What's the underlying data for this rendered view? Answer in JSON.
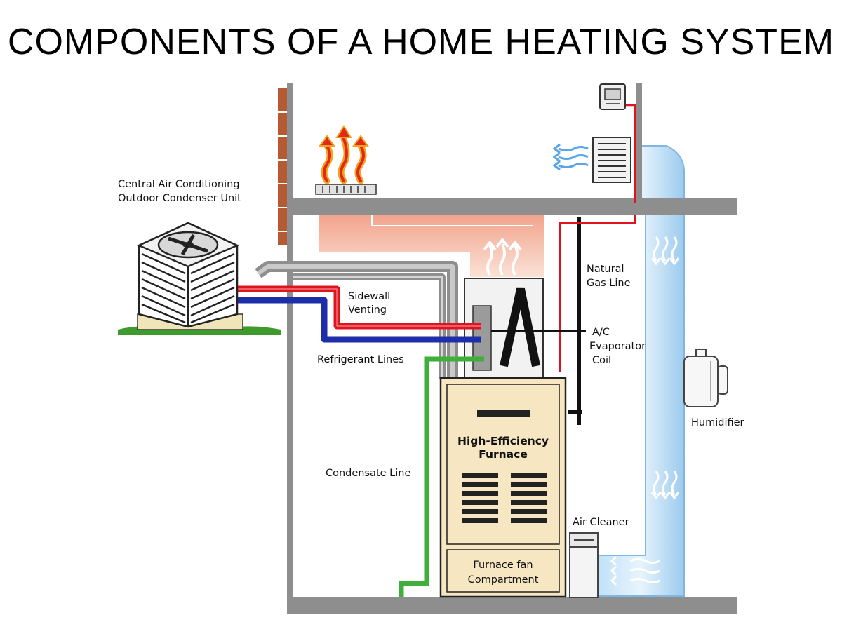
{
  "title": "COMPONENTS OF A HOME HEATING SYSTEM",
  "labels": {
    "condenser_line1": "Central Air Conditioning",
    "condenser_line2": "Outdoor Condenser Unit",
    "sidewall_line1": "Sidewall",
    "sidewall_line2": "Venting",
    "refrigerant": "Refrigerant Lines",
    "condensate": "Condensate Line",
    "gas_line1": "Natural",
    "gas_line2": "Gas Line",
    "coil_line1": "A/C",
    "coil_line2": "Evaporator",
    "coil_line3": "Coil",
    "humidifier": "Humidifier",
    "air_cleaner": "Air Cleaner",
    "furnace_line1": "High-Efficiency",
    "furnace_line2": "Furnace",
    "fan_line1": "Furnace fan",
    "fan_line2": "Compartment"
  },
  "colors": {
    "wall_gray": "#8e8e8e",
    "brick": "#b55a33",
    "heat_duct": "#f3b9a6",
    "refrigerant_red": "#e0141e",
    "refrigerant_blue": "#1e2ea8",
    "condensate_green": "#3fae3a",
    "furnace_body": "#f6e6c2",
    "return_duct": "#a8d4f2",
    "grass": "#3f9a2e"
  },
  "icons": [
    "heat-arrows-icon",
    "cool-air-arrows-icon",
    "thermostat-icon",
    "air-vent-icon",
    "floor-register-icon"
  ]
}
